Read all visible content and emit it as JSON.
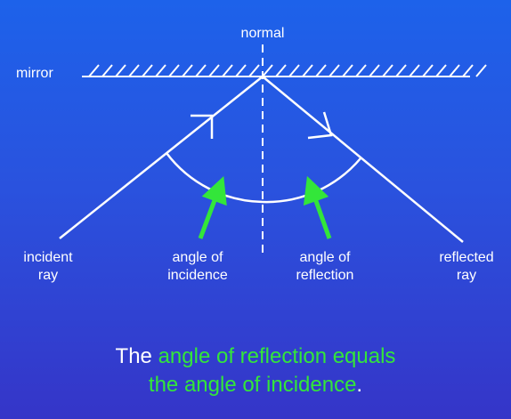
{
  "labels": {
    "normal": "normal",
    "mirror": "mirror",
    "incident": [
      "incident",
      "ray"
    ],
    "angle_incidence": [
      "angle of",
      "incidence"
    ],
    "angle_reflection": [
      "angle of",
      "reflection"
    ],
    "reflected": [
      "reflected",
      "ray"
    ]
  },
  "caption": {
    "line1_prefix": "The ",
    "line1_highlight": "angle of reflection equals",
    "line2_highlight": "the angle of incidence",
    "line2_suffix": "."
  },
  "colors": {
    "lines": "#ffffff",
    "highlight": "#33e63a"
  }
}
